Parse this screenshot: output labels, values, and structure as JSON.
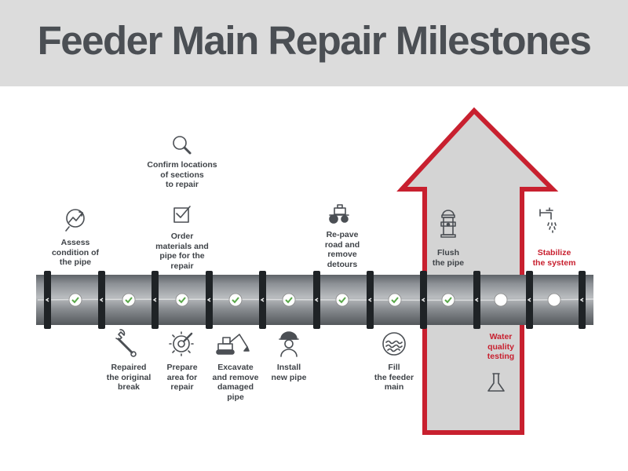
{
  "title": "Feeder Main Repair Milestones",
  "colors": {
    "header_bg": "#dcdcdc",
    "title": "#4b4f54",
    "accent_red": "#c8202f",
    "check_green": "#5aa84a",
    "arrow_fill": "#d4d4d4"
  },
  "milestones": {
    "m1": {
      "label": "Assess\ncondition of\nthe pipe",
      "icon": "chart-trend-icon",
      "status": "complete"
    },
    "m2": {
      "label": "Repaired\nthe original\nbreak",
      "icon": "wrench-icon",
      "status": "complete"
    },
    "m3": {
      "label": "Confirm locations\nof sections\nto repair",
      "icon": "magnifier-icon",
      "status": "complete"
    },
    "m3b": {
      "label": "Order\nmaterials and\npipe for the\nrepair",
      "icon": "checklist-icon",
      "status": "complete"
    },
    "m4": {
      "label": "Prepare\narea for\nrepair",
      "icon": "gear-wrench-icon",
      "status": "complete"
    },
    "m5": {
      "label": "Excavate\nand remove\ndamaged\npipe",
      "icon": "excavator-icon",
      "status": "complete"
    },
    "m6": {
      "label": "Install\nnew pipe",
      "icon": "worker-icon",
      "status": "complete"
    },
    "m7": {
      "label": "Re-pave\nroad and\nremove\ndetours",
      "icon": "road-roller-icon",
      "status": "complete"
    },
    "m8": {
      "label": "Fill\nthe feeder\nmain",
      "icon": "water-waves-icon",
      "status": "complete"
    },
    "m9": {
      "label": "Flush\nthe pipe",
      "icon": "fire-hydrant-icon",
      "status": "complete"
    },
    "m10": {
      "label": "Water\nquality\ntesting",
      "icon": "flask-icon",
      "status": "pending"
    },
    "m11": {
      "label": "Stabilize\nthe system",
      "icon": "faucet-icon",
      "status": "pending"
    }
  }
}
